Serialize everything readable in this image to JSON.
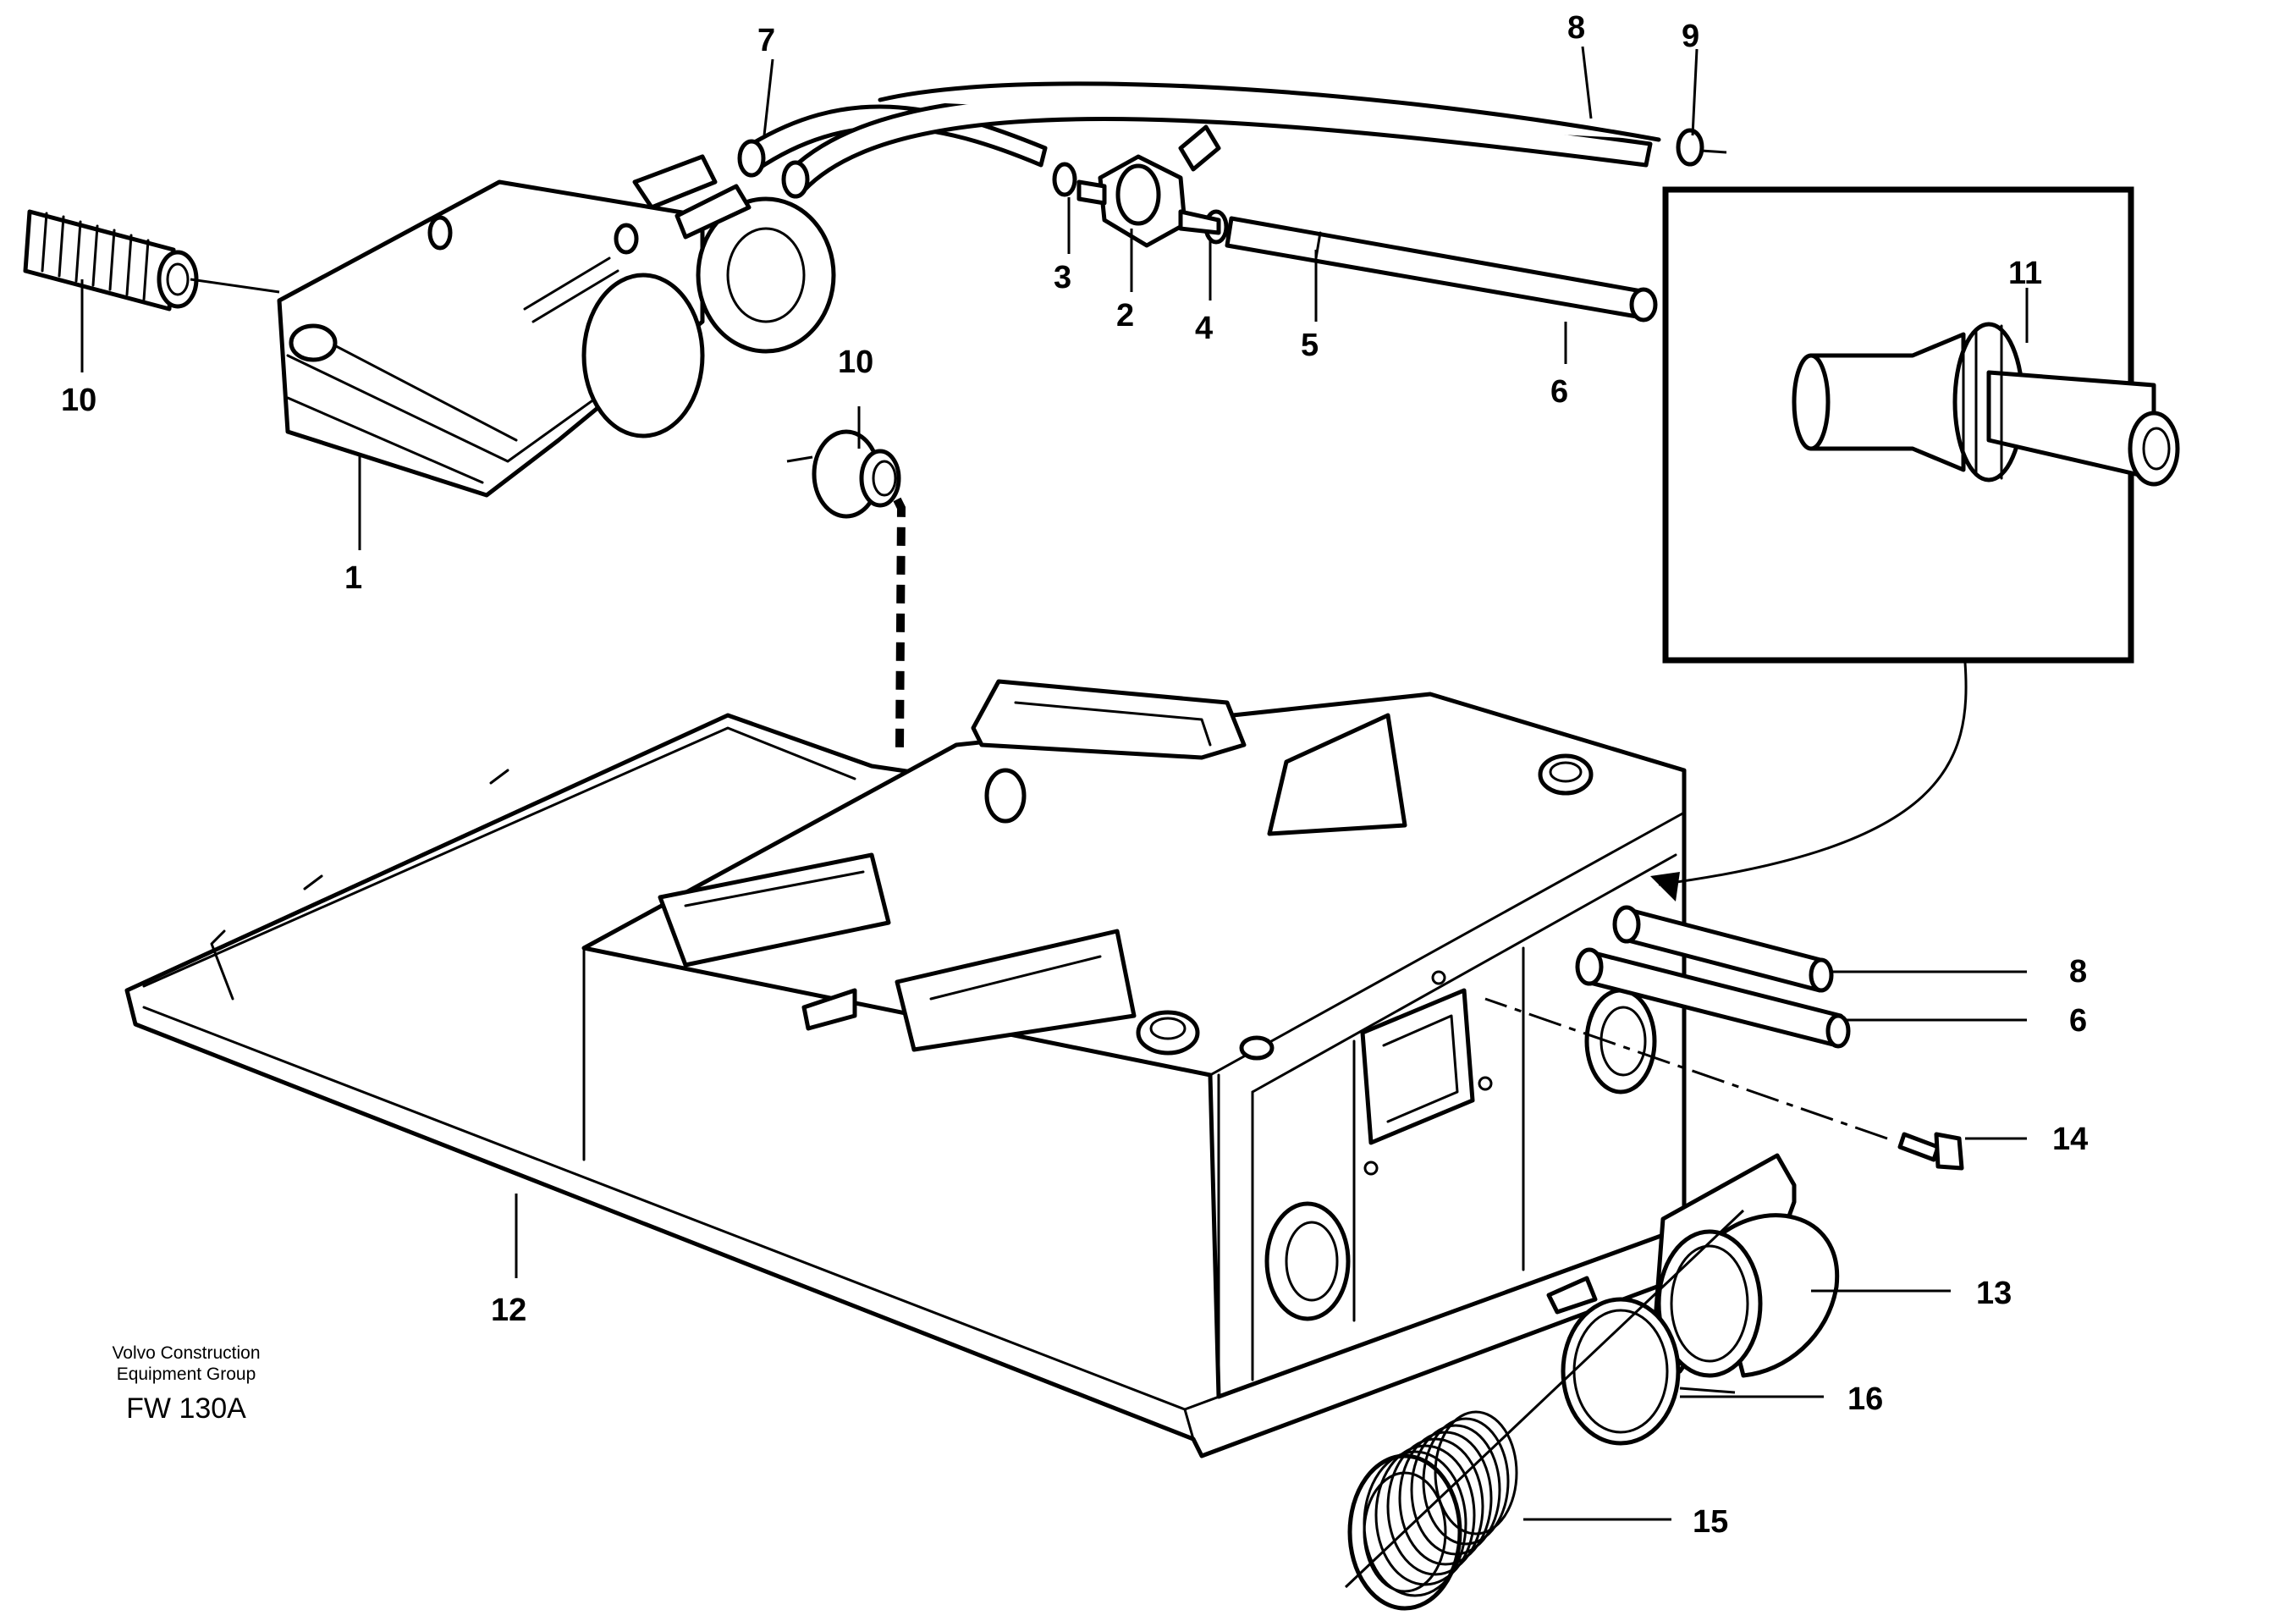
{
  "diagram": {
    "parts": [
      {
        "id": "p1",
        "number": "1"
      },
      {
        "id": "p2",
        "number": "2"
      },
      {
        "id": "p3",
        "number": "3"
      },
      {
        "id": "p4",
        "number": "4"
      },
      {
        "id": "p5",
        "number": "5"
      },
      {
        "id": "p6",
        "number": "6"
      },
      {
        "id": "p6b",
        "number": "6"
      },
      {
        "id": "p7",
        "number": "7"
      },
      {
        "id": "p8",
        "number": "8"
      },
      {
        "id": "p8b",
        "number": "8"
      },
      {
        "id": "p9",
        "number": "9"
      },
      {
        "id": "p10",
        "number": "10"
      },
      {
        "id": "p10b",
        "number": "10"
      },
      {
        "id": "p11",
        "number": "11"
      },
      {
        "id": "p12",
        "number": "12"
      },
      {
        "id": "p13",
        "number": "13"
      },
      {
        "id": "p14",
        "number": "14"
      },
      {
        "id": "p15",
        "number": "15"
      },
      {
        "id": "p16",
        "number": "16"
      }
    ]
  },
  "footer": {
    "maker_line1": "Volvo Construction",
    "maker_line2": "Equipment Group",
    "figure_id": "FW 130A"
  }
}
